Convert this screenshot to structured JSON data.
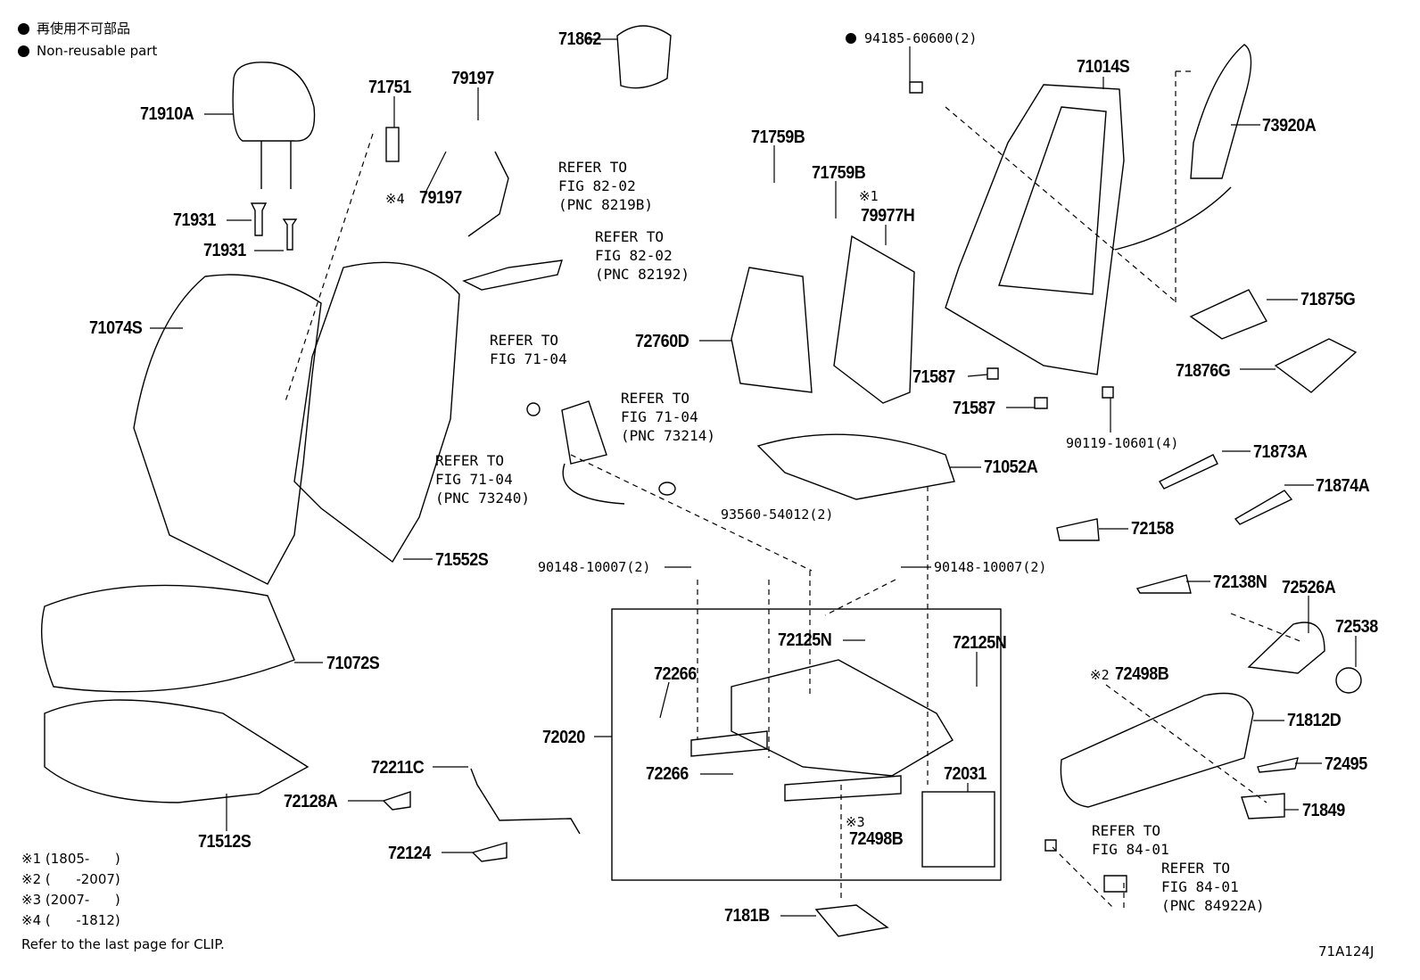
{
  "legend": {
    "ja": "再使用不可部品",
    "en": "Non-reusable part"
  },
  "labels": [
    "71862",
    "94185-60600(2)",
    "71910A",
    "71751",
    "79197",
    "71014S",
    "73920A",
    "71759B",
    "71759B",
    "79977H",
    "79197",
    "71931",
    "71931",
    "71875G",
    "71074S",
    "72760D",
    "71876G",
    "71587",
    "71587",
    "90119-10601(4)",
    "71873A",
    "71052A",
    "71874A",
    "93560-54012(2)",
    "72158",
    "71552S",
    "90148-10007(2)",
    "90148-10007(2)",
    "72138N",
    "72526A",
    "72538",
    "72125N",
    "72125N",
    "71072S",
    "72266",
    "72498B",
    "72020",
    "71812D",
    "72495",
    "72266",
    "72031",
    "72211C",
    "72128A",
    "71849",
    "72498B",
    "71512S",
    "72124",
    "7181B"
  ],
  "marks": {
    "m1": "※1",
    "m2": "※2",
    "m3": "※3",
    "m4": "※4"
  },
  "refs": [
    "REFER TO\nFIG 82-02\n(PNC 8219B)",
    "REFER TO\nFIG 82-02\n(PNC 82192)",
    "REFER TO\nFIG 71-04",
    "REFER TO\nFIG 71-04\n(PNC 73214)",
    "REFER TO\nFIG 71-04\n(PNC 73240)",
    "REFER TO\nFIG 84-01",
    "REFER TO\nFIG 84-01\n(PNC 84922A)"
  ],
  "notes": {
    "n1": "※1 (1805-      )",
    "n2": "※2 (      -2007)",
    "n3": "※3 (2007-      )",
    "n4": "※4 (      -1812)",
    "clip": "Refer to the last page for CLIP."
  },
  "diagram_code": "71A124J"
}
